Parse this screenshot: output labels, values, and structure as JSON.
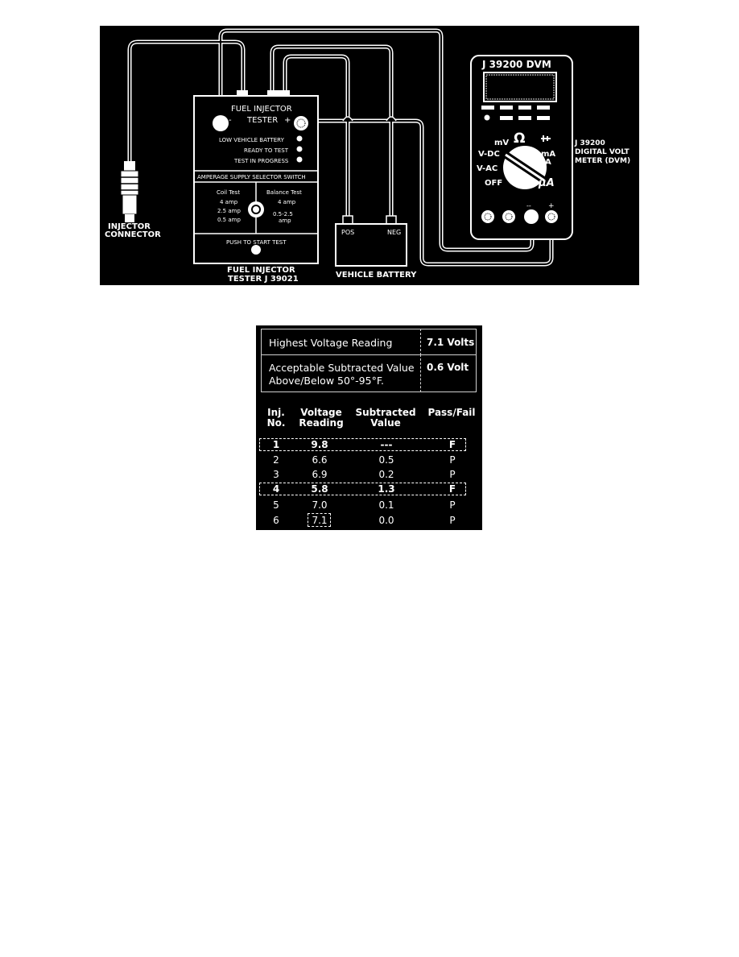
{
  "diagram": {
    "tester": {
      "title_line1": "FUEL INJECTOR",
      "title_line2": "TESTER",
      "minus": "-",
      "plus": "+",
      "indicators": [
        "LOW VEHICLE BATTERY",
        "READY TO TEST",
        "TEST IN PROGRESS"
      ],
      "selector_label": "AMPERAGE SUPPLY SELECTOR SWITCH",
      "coil_test": "Coil Test",
      "coil_amps": [
        "4 amp",
        "2.5 amp",
        "0.5 amp"
      ],
      "balance_test": "Balance Test",
      "balance_amp": "4 amp",
      "balance_range_line1": "0.5-2.5",
      "balance_range_line2": "amp",
      "push_label": "PUSH TO START TEST",
      "caption_line1": "FUEL INJECTOR",
      "caption_line2": "TESTER J 39021"
    },
    "battery": {
      "pos": "POS",
      "neg": "NEG",
      "caption": "VEHICLE BATTERY"
    },
    "injector_connector": {
      "line1": "INJECTOR",
      "line2": "CONNECTOR"
    },
    "dvm": {
      "title": "J 39200 DVM",
      "mv": "mV",
      "ohm": "Ω",
      "vdc": "V-DC",
      "vac": "V-AC",
      "off": "OFF",
      "ma_line1": "mA",
      "ma_line2": "A",
      "ua": "μA",
      "jack_minus": "--",
      "jack_plus": "+",
      "side_label_line1": "J 39200",
      "side_label_line2": "DIGITAL VOLT",
      "side_label_line3": "METER (DVM)"
    }
  },
  "summary": {
    "highest_label": "Highest Voltage Reading",
    "highest_value": "7.1 Volts",
    "acceptable_label_line1": "Acceptable Subtracted Value",
    "acceptable_label_line2": "Above/Below 50°-95°F.",
    "acceptable_value": "0.6 Volt"
  },
  "table": {
    "headers": [
      {
        "line1": "Inj.",
        "line2": "No."
      },
      {
        "line1": "Voltage",
        "line2": "Reading"
      },
      {
        "line1": "Subtracted",
        "line2": "Value"
      },
      {
        "line1": "Pass/Fail",
        "line2": ""
      }
    ],
    "rows": [
      {
        "inj": "1",
        "voltage": "9.8",
        "subtracted": "---",
        "result": "F",
        "failed": true
      },
      {
        "inj": "2",
        "voltage": "6.6",
        "subtracted": "0.5",
        "result": "P",
        "failed": false
      },
      {
        "inj": "3",
        "voltage": "6.9",
        "subtracted": "0.2",
        "result": "P",
        "failed": false
      },
      {
        "inj": "4",
        "voltage": "5.8",
        "subtracted": "1.3",
        "result": "F",
        "failed": true
      },
      {
        "inj": "5",
        "voltage": "7.0",
        "subtracted": "0.1",
        "result": "P",
        "failed": false
      },
      {
        "inj": "6",
        "voltage": "7.1",
        "subtracted": "0.0",
        "result": "P",
        "failed": false
      }
    ]
  }
}
